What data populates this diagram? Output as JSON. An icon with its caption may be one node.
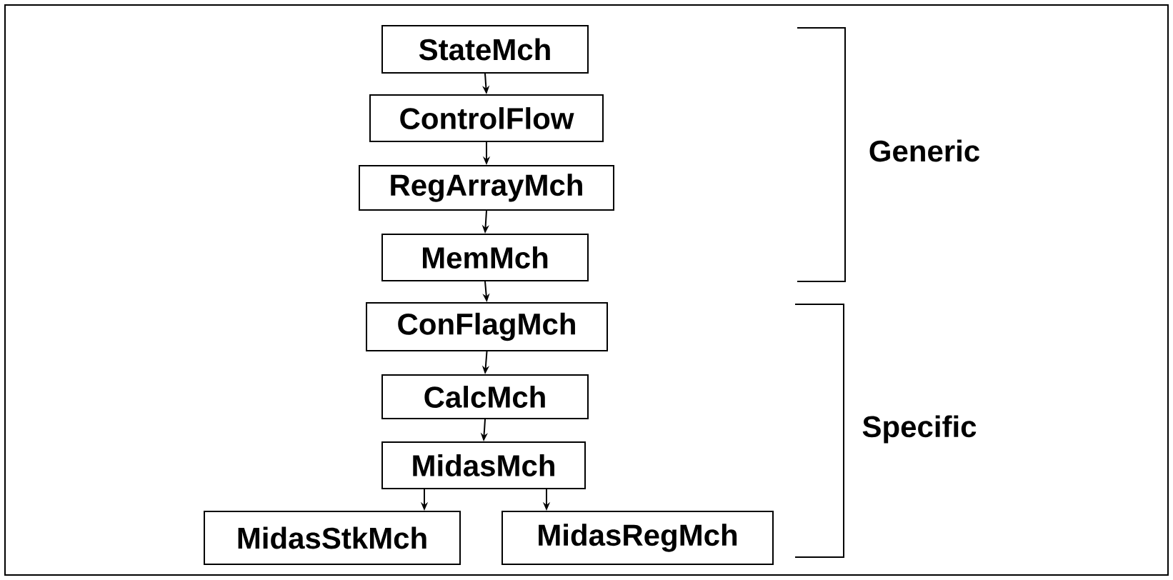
{
  "diagram": {
    "nodes": [
      {
        "text": [
          "StateMch"
        ]
      },
      {
        "text": [
          "ControlFlow"
        ]
      },
      {
        "text": [
          "RegArrayMch"
        ]
      },
      {
        "text": [
          "MemMch"
        ]
      },
      {
        "text": [
          "ConFlagMch"
        ]
      },
      {
        "text": [
          "CalcMch"
        ]
      },
      {
        "text": [
          "MidasMch"
        ]
      },
      {
        "text": [
          "MidasStkMch"
        ]
      },
      {
        "text": [
          "MidasRegMch"
        ]
      }
    ],
    "edges": [
      {
        "from": 0,
        "to": 1,
        "arrow": "to"
      },
      {
        "from": 1,
        "to": 2,
        "arrow": "to"
      },
      {
        "from": 2,
        "to": 3,
        "arrow": "to"
      },
      {
        "from": 3,
        "to": 4,
        "arrow": "to"
      },
      {
        "from": 4,
        "to": 5,
        "arrow": "to"
      },
      {
        "from": 5,
        "to": 6,
        "arrow": "to"
      },
      {
        "from": 6,
        "to": 7,
        "arrow": "to"
      },
      {
        "from": 6,
        "to": 8,
        "arrow": "to"
      }
    ],
    "labels": [
      "Generic",
      "Specific"
    ]
  }
}
